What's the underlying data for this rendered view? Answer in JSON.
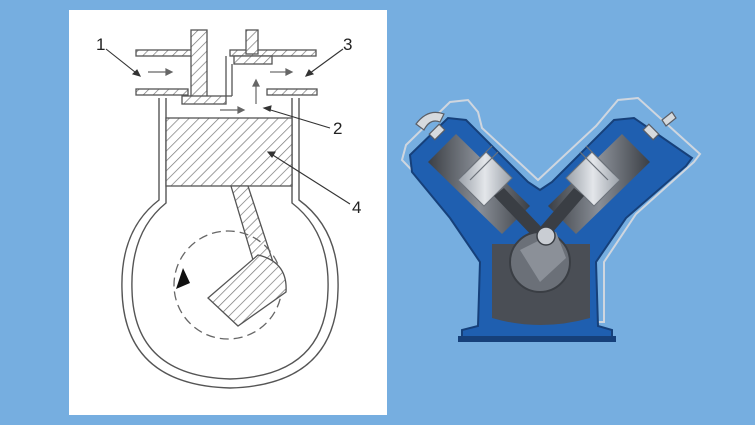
{
  "colors": {
    "background": "#76aee0",
    "panel": "#ffffff",
    "line": "#555555",
    "hatch": "#777777",
    "casing_blue": "#1f5fb0",
    "casing_dark": "#16407a",
    "steel": "#5a5e66",
    "steel_light": "#b7bcc4"
  },
  "schematic": {
    "labels": {
      "one": "1",
      "two": "2",
      "three": "3",
      "four": "4"
    },
    "icons": [
      "intake-arrow-icon",
      "flow-arrow-icon",
      "rotation-arrow-icon"
    ]
  },
  "cutaway": {
    "icons": [
      "v-twin-compressor-cutaway-icon"
    ]
  }
}
